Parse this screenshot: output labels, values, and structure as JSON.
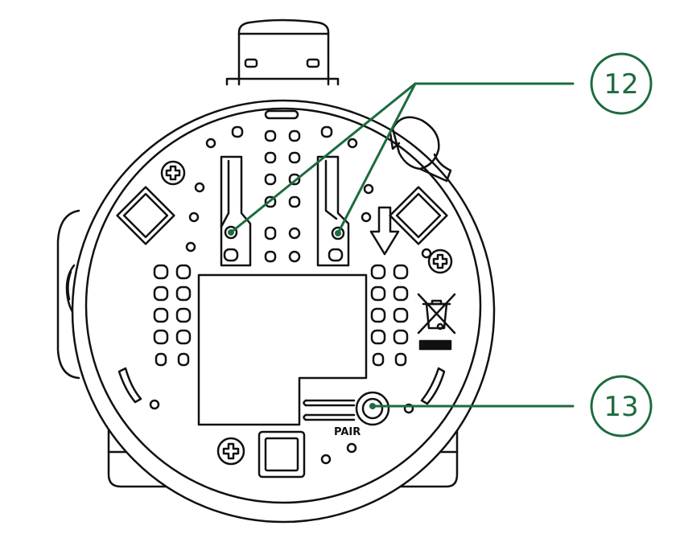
{
  "figure": {
    "pair_label": "PAIR",
    "callouts": [
      {
        "label": "12",
        "refers_to": "mounting-slots"
      },
      {
        "label": "13",
        "refers_to": "pair-button"
      }
    ],
    "colors": {
      "outline": "#111111",
      "callout": "#1d6b3e",
      "background": "#ffffff"
    },
    "icons": [
      "screw-icon",
      "weee-bin-icon",
      "arrow-down-icon"
    ]
  }
}
